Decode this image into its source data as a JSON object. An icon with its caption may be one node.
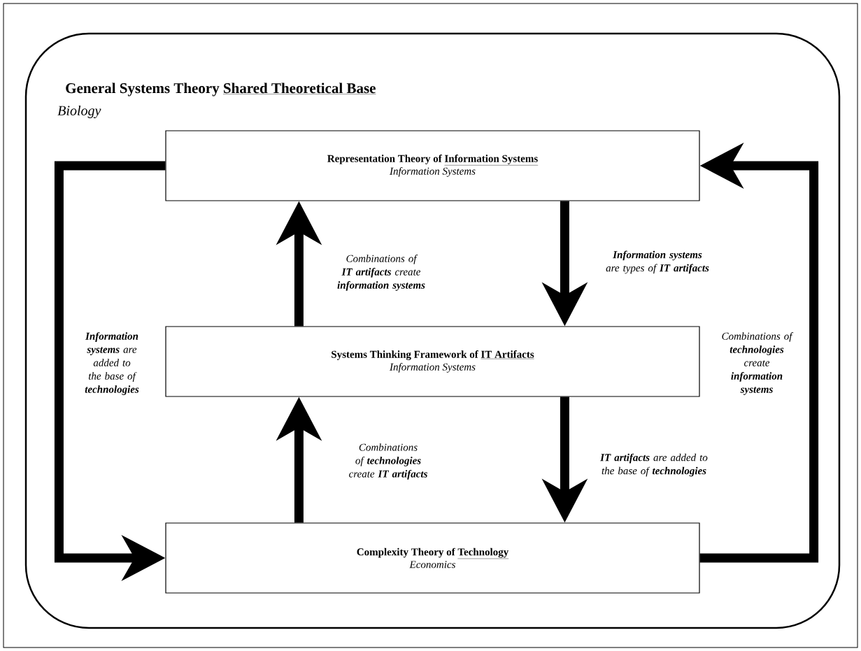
{
  "diagram": {
    "nodes": [
      {
        "text": [
          "General Systems Theory",
          "Shared Theoretical Base",
          "Biology"
        ]
      },
      {
        "text": [
          "Representation Theory of",
          "Information Systems",
          "Information Systems"
        ],
        "in": 0
      },
      {
        "text": [
          "Systems Thinking Framework of",
          "IT Artifacts",
          "Information Systems"
        ],
        "in": 0
      },
      {
        "text": [
          "Complexity Theory of",
          "Technology",
          "Economics"
        ],
        "in": 0
      }
    ],
    "edges": [
      {
        "from": 2,
        "to": 1,
        "arrow": "to",
        "label": "Combinations of **IT artifacts** create **information systems**"
      },
      {
        "from": 1,
        "to": 2,
        "arrow": "to",
        "label": "**Information systems** are types of **IT artifacts**"
      },
      {
        "from": 3,
        "to": 2,
        "arrow": "to",
        "label": "Combinations of **technologies** create **IT artifacts**"
      },
      {
        "from": 2,
        "to": 3,
        "arrow": "to",
        "label": "**IT artifacts** are added to the base of **technologies**"
      },
      {
        "from": 1,
        "to": 3,
        "arrow": "to",
        "label": "**Information systems** are added to the base of **technologies**"
      },
      {
        "from": 3,
        "to": 1,
        "arrow": "to",
        "label": "Combinations of **technologies** create **information systems**"
      }
    ]
  }
}
